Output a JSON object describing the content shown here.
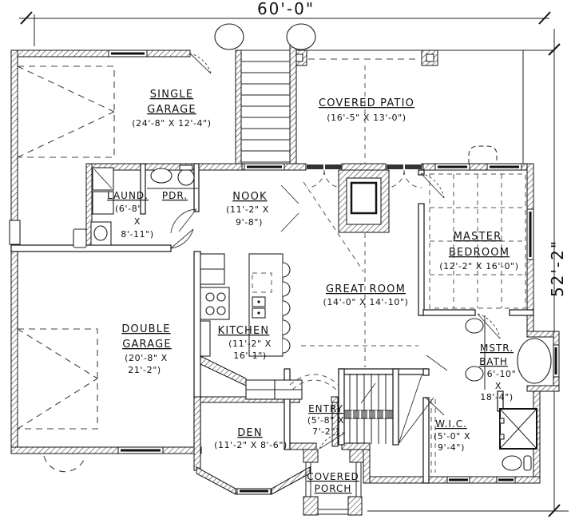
{
  "plan": {
    "dimensions": {
      "overall_width": "60'-0\"",
      "overall_depth": "52'-2\""
    },
    "rooms": {
      "single_garage": {
        "name1": "SINGLE",
        "name2": "GARAGE",
        "size1": "(24'-8\" X 12'-4\")"
      },
      "covered_patio": {
        "name1": "COVERED PATIO",
        "size1": "(16'-5\" X 13'-0\")"
      },
      "laundry": {
        "name1": "LAUND.",
        "size1": "(6'-8\"",
        "size2": "X",
        "size3": "8'-11\")"
      },
      "powder": {
        "name1": "PDR."
      },
      "nook": {
        "name1": "NOOK",
        "size1": "(11'-2\" X",
        "size2": "9'-8\")"
      },
      "master_bedroom": {
        "name1": "MASTER",
        "name2": "BEDROOM",
        "size1": "(12'-2\" X 16'-0\")"
      },
      "great_room": {
        "name1": "GREAT ROOM",
        "size1": "(14'-0\" X 14'-10\")"
      },
      "double_garage": {
        "name1": "DOUBLE",
        "name2": "GARAGE",
        "size1": "(20'-8\" X",
        "size2": "21'-2\")"
      },
      "kitchen": {
        "name1": "KITCHEN",
        "size1": "(11'-2\" X",
        "size2": "16'-1\")"
      },
      "master_bath": {
        "name1": "MSTR.",
        "name2": "BATH",
        "size1": "6'-10\"",
        "size2": "X",
        "size3": "18'-4\")"
      },
      "entry": {
        "name1": "ENTRY",
        "size1": "(5'-8\" X",
        "size2": "7'-2\")"
      },
      "den": {
        "name1": "DEN",
        "size1": "(11'-2\" X 8'-6\")"
      },
      "wic": {
        "name1": "W.I.C.",
        "size1": "(5'-0\" X",
        "size2": "9'-4\")"
      },
      "covered_porch": {
        "name1": "COVERED",
        "name2": "PORCH"
      }
    }
  }
}
